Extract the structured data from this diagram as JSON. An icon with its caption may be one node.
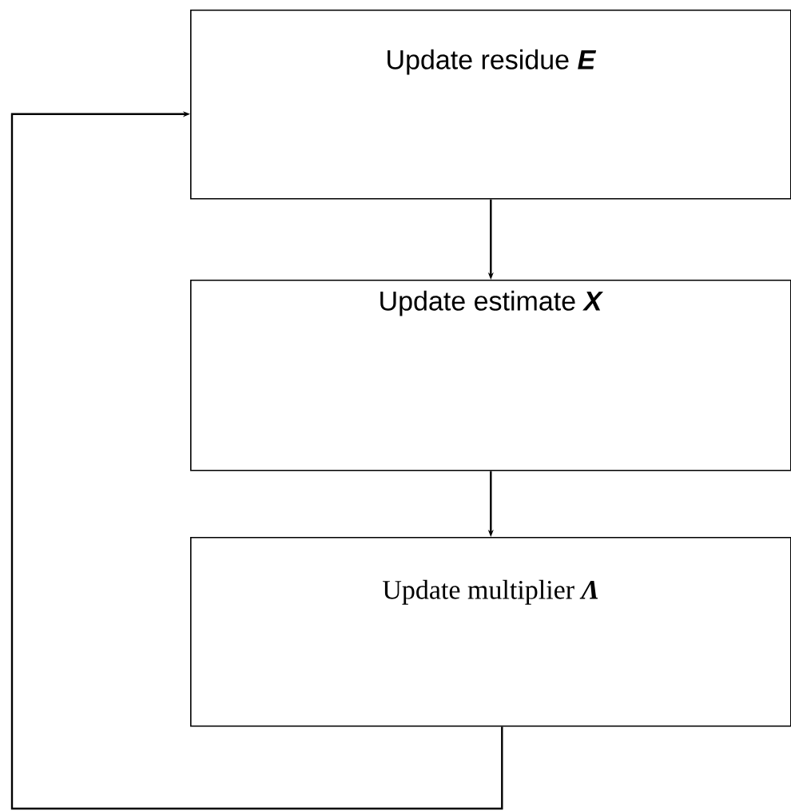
{
  "diagram": {
    "nodes": [
      {
        "text": [
          "Update residue **E**"
        ]
      },
      {
        "text": [
          "Update estimate **X**"
        ]
      },
      {
        "text": [
          "Update multiplier **Λ**"
        ]
      }
    ],
    "edges": [
      {
        "from": 0,
        "to": 1,
        "arrow": "to"
      },
      {
        "from": 1,
        "to": 2,
        "arrow": "to"
      },
      {
        "from": 2,
        "to": 0,
        "arrow": "to"
      }
    ]
  }
}
